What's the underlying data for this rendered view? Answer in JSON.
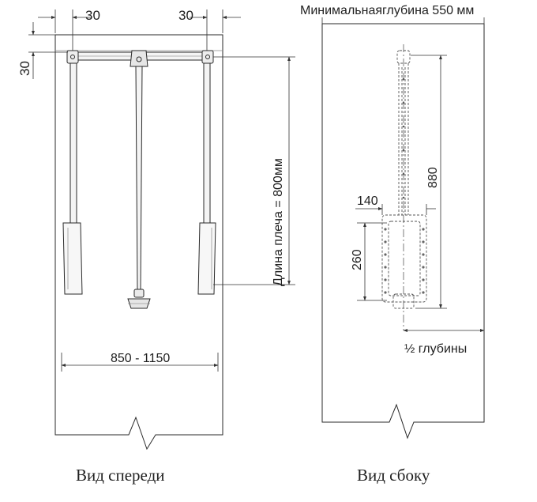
{
  "front_view": {
    "dim_top_left": "30",
    "dim_top_right": "30",
    "dim_side": "30",
    "shoulder_length": "Длина  плеча = 800мм",
    "width_range": "850 - 1150",
    "caption": "Вид спереди"
  },
  "side_view": {
    "min_depth": "Минимальнаяглубина 550 мм",
    "dim_height": "880",
    "dim_width": "140",
    "dim_bracket": "260",
    "half_depth": "½ глубины",
    "caption": "Вид сбоку"
  },
  "colors": {
    "line": "#2a2a2a",
    "dim_line": "#333333",
    "background": "#ffffff"
  }
}
